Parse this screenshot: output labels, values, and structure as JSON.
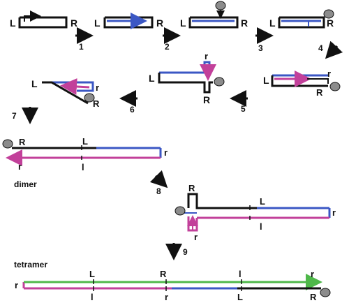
{
  "colors": {
    "strand": "#111111",
    "blue": "#3b57c4",
    "magenta": "#c2409a",
    "green": "#4fb84a",
    "protein": "#8c8c8c"
  },
  "labels": {
    "L": "L",
    "R": "R",
    "l": "l",
    "r": "r"
  },
  "steps": [
    "1",
    "2",
    "3",
    "4",
    "5",
    "6",
    "7",
    "8",
    "9"
  ],
  "words": {
    "dimer": "dimer",
    "tetramer": "tetramer"
  }
}
